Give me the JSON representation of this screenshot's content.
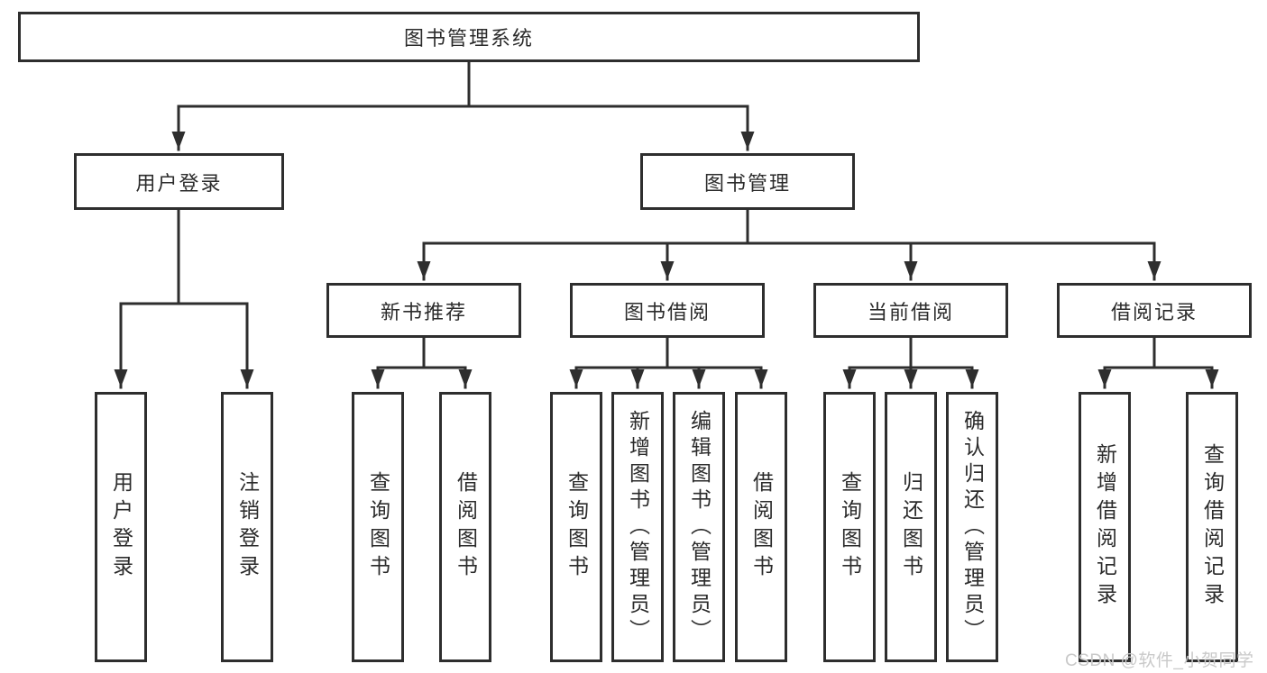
{
  "diagram_title": "图书管理系统",
  "tree": {
    "label": "图书管理系统",
    "children": [
      {
        "label": "用户登录",
        "children": [
          {
            "label": "用户登录"
          },
          {
            "label": "注销登录"
          }
        ]
      },
      {
        "label": "图书管理",
        "children": [
          {
            "label": "新书推荐",
            "children": [
              {
                "label": "查询图书"
              },
              {
                "label": "借阅图书"
              }
            ]
          },
          {
            "label": "图书借阅",
            "children": [
              {
                "label": "查询图书"
              },
              {
                "label": "新增图书（管理员）"
              },
              {
                "label": "编辑图书（管理员）"
              },
              {
                "label": "借阅图书"
              }
            ]
          },
          {
            "label": "当前借阅",
            "children": [
              {
                "label": "查询图书"
              },
              {
                "label": "归还图书"
              },
              {
                "label": "确认归还（管理员）"
              }
            ]
          },
          {
            "label": "借阅记录",
            "children": [
              {
                "label": "新增借阅记录"
              },
              {
                "label": "查询借阅记录"
              }
            ]
          }
        ]
      }
    ]
  },
  "watermark": {
    "text": "CSDN @软件_小贺同学"
  },
  "colors": {
    "line": "#2e2e2e",
    "box_border": "#2e2e2e",
    "text": "#2b2b2b",
    "watermark": "#c9c9c9",
    "background": "#ffffff"
  }
}
